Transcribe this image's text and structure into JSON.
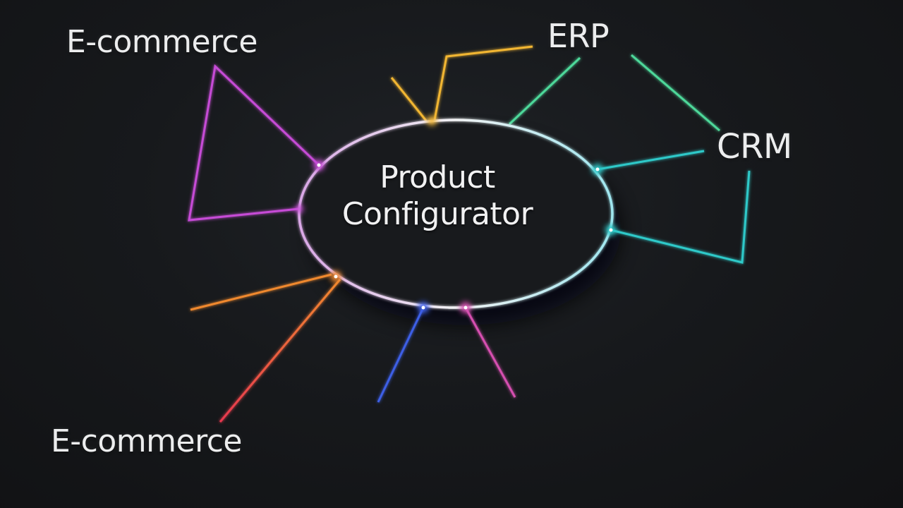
{
  "diagram": {
    "center": {
      "line1": "Product",
      "line2": "Configurator"
    },
    "nodes": {
      "ecommerce_top": "E-commerce",
      "erp": "ERP",
      "crm": "CRM",
      "ecommerce_bottom": "E-commerce"
    },
    "colors": {
      "background": "#141619",
      "hub_outline": "#e6e8ea",
      "magenta": "#c64cd6",
      "yellow": "#f2b632",
      "green": "#4ed89a",
      "teal": "#2fc9c9",
      "orange": "#f0892e",
      "red": "#e8384f",
      "blue": "#3d5fe6",
      "pink": "#d64fb0"
    }
  }
}
